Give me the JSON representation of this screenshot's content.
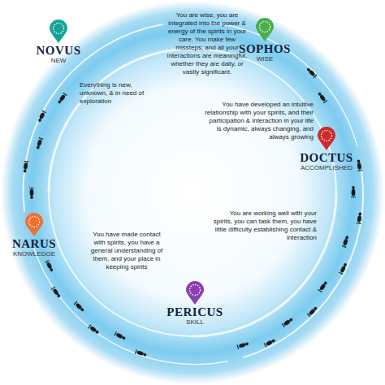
{
  "diagram": {
    "nodes": [
      {
        "text": [
          "NOVUS",
          "NEW"
        ]
      },
      {
        "text": [
          "SOPHOS",
          "WISE"
        ]
      },
      {
        "text": [
          "DOCTUS",
          "ACCOMPLISHED"
        ]
      },
      {
        "text": [
          "PERICUS",
          "SKILL"
        ]
      },
      {
        "text": [
          "NARUS",
          "KNOWLEDGE"
        ]
      }
    ],
    "labels": [
      "You are wise, you are integrated into the power & energy of the spirits in your care. You make few missteps, and all your interactions are meaningful, whether they are daily, or vastly significant.",
      "Everything is new, unknown, & in need of exploration",
      "You have developed an intuitive relationship with your spirits, and their participation & interaction in your life is dynamic, always changing, and always growing",
      "You are working well with your spirits, you can task them, you have little difficulty establishing contact & interaction",
      "You have made contact with spirits, you have a general understanding of them, and your place in keeping spirits"
    ]
  }
}
